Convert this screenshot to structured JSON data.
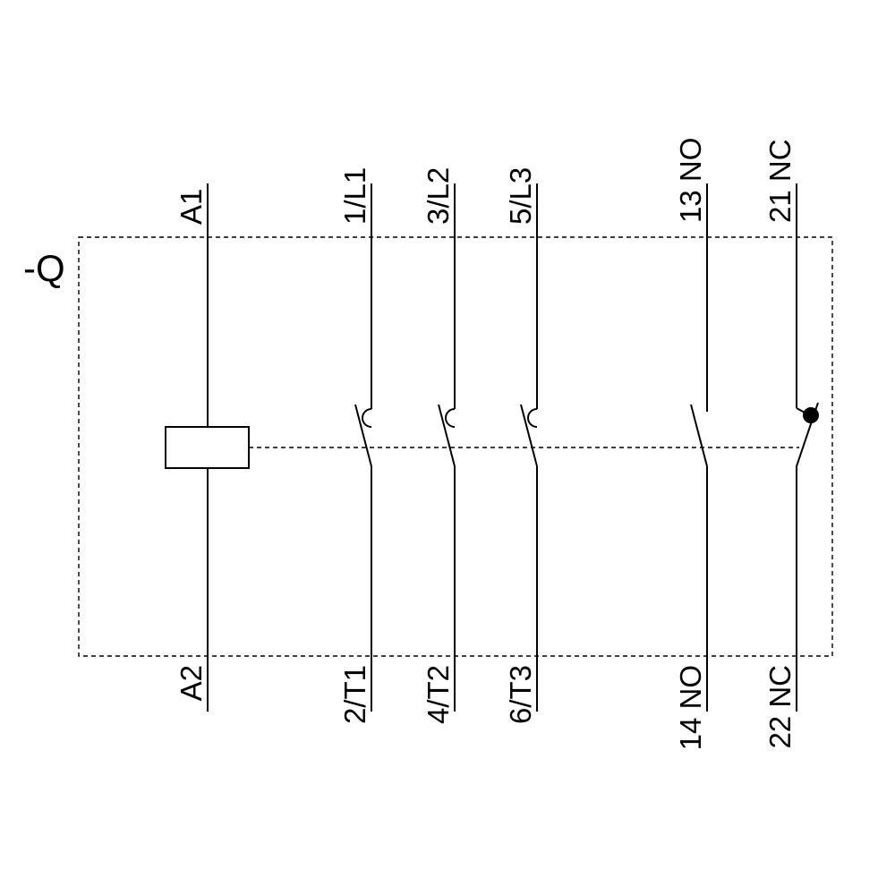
{
  "device": {
    "label": "-Q",
    "kind": "contactor-schematic"
  },
  "coil": {
    "top_terminal": "A1",
    "bottom_terminal": "A2"
  },
  "poles": [
    {
      "top": "1/L1",
      "bottom": "2/T1",
      "type": "main-no"
    },
    {
      "top": "3/L2",
      "bottom": "4/T2",
      "type": "main-no"
    },
    {
      "top": "5/L3",
      "bottom": "6/T3",
      "type": "main-no"
    },
    {
      "top": "13 NO",
      "bottom": "14 NO",
      "type": "aux-no"
    },
    {
      "top": "21 NC",
      "bottom": "22 NC",
      "type": "aux-nc"
    }
  ],
  "colors": {
    "line": "#000000",
    "background": "#ffffff"
  }
}
